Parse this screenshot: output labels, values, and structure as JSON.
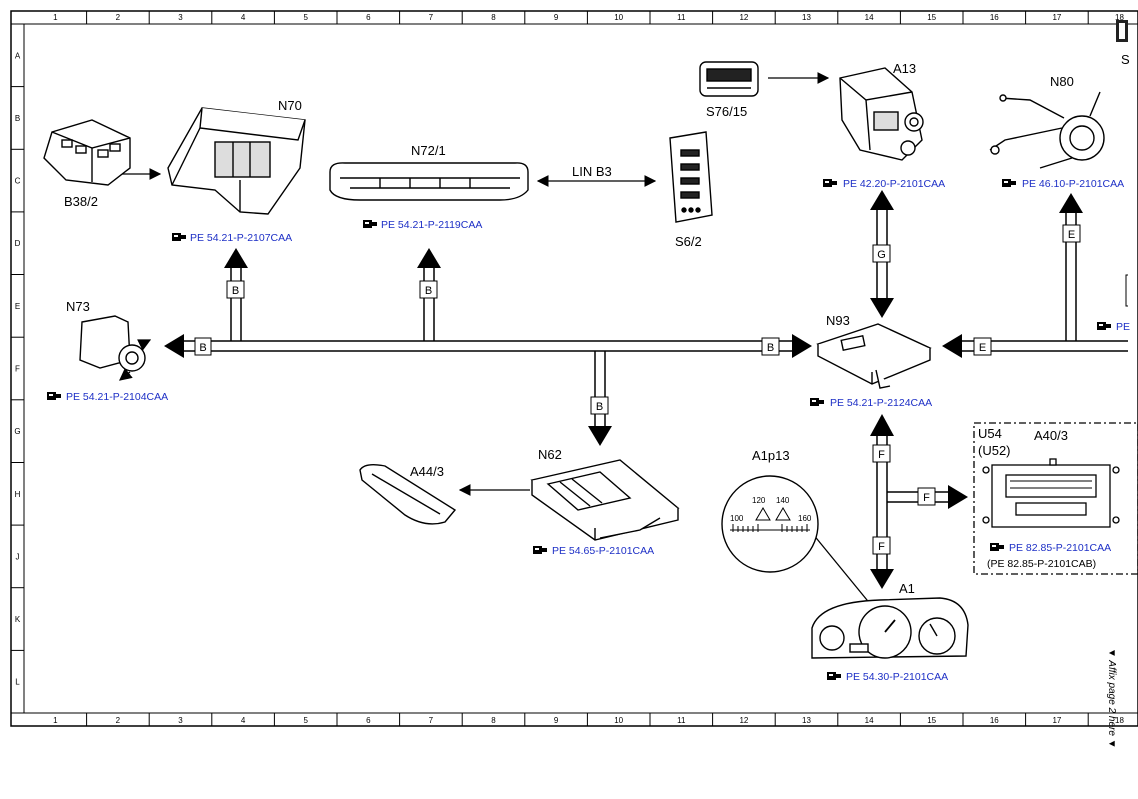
{
  "grid": {
    "columns": [
      "1",
      "2",
      "3",
      "4",
      "5",
      "6",
      "7",
      "8",
      "9",
      "10",
      "11",
      "12",
      "13",
      "14",
      "15",
      "16",
      "17",
      "18"
    ],
    "rows": [
      "A",
      "B",
      "C",
      "D",
      "E",
      "F",
      "G",
      "H",
      "J",
      "K",
      "L"
    ]
  },
  "components": {
    "b38_2": "B38/2",
    "n70": "N70",
    "n72_1": "N72/1",
    "s6_2": "S6/2",
    "s76_15": "S76/15",
    "a13": "A13",
    "n80": "N80",
    "n73": "N73",
    "n93": "N93",
    "n62": "N62",
    "a44_3": "A44/3",
    "a1p13": "A1p13",
    "a1": "A1",
    "u54": "U54",
    "u52": "(U52)",
    "a40_3": "A40/3",
    "s_partial": "S"
  },
  "refs": {
    "n70": "PE 54.21-P-2107CAA",
    "n72_1": "PE 54.21-P-2119CAA",
    "a13": "PE 42.20-P-2101CAA",
    "n80": "PE 46.10-P-2101CAA",
    "n73": "PE 54.21-P-2104CAA",
    "n93": "PE 54.21-P-2124CAA",
    "n62": "PE 54.65-P-2101CAA",
    "a40_3": "PE 82.85-P-2101CAA",
    "a40_3_alt": "(PE 82.85-P-2101CAB)",
    "a1": "PE 54.30-P-2101CAA",
    "right_partial": "PE"
  },
  "buses": {
    "lin_b3": "LIN B3",
    "b": "B",
    "e": "E",
    "f": "F",
    "g": "G"
  },
  "gauge": {
    "t100": "100",
    "t120": "120",
    "t140": "140",
    "t160": "160"
  },
  "affix_note": "▼ Affix page 2 here ▼",
  "icons": {
    "reference": "manual-reference-icon"
  },
  "colors": {
    "link": "#1d2fc6",
    "line": "#000000",
    "background": "#ffffff"
  }
}
